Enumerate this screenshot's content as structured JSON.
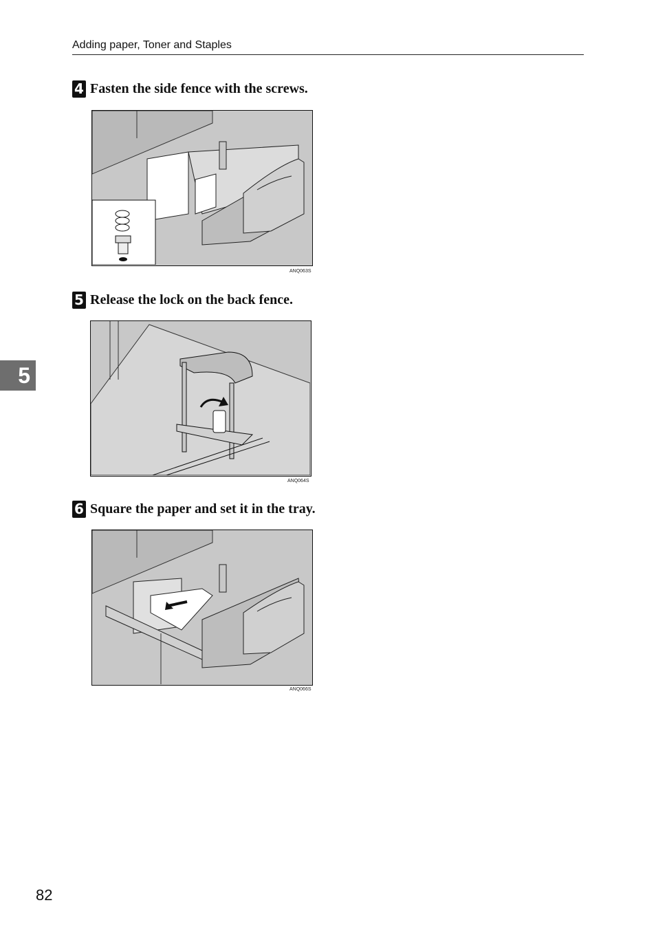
{
  "header": {
    "section_title": "Adding paper, Toner and Staples"
  },
  "steps": [
    {
      "number": "4",
      "text": "Fasten the side fence with the screws.",
      "figure_code": "ANQ063S"
    },
    {
      "number": "5",
      "text": "Release the lock on the back fence.",
      "figure_code": "ANQ064S"
    },
    {
      "number": "6",
      "text": "Square the paper and set it in the tray.",
      "figure_code": "ANQ066S"
    }
  ],
  "chapter_tab": "5",
  "page_number": "82"
}
